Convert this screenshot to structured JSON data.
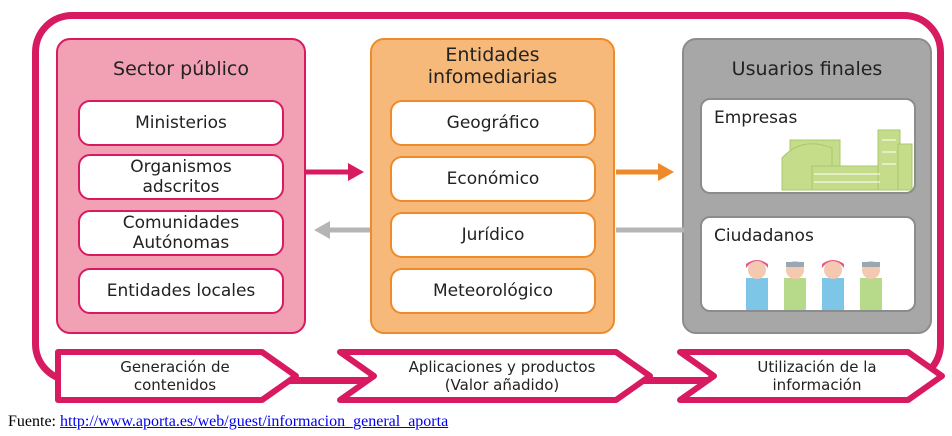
{
  "colors": {
    "primary": "#d81b60",
    "orange": "#ef8a2a",
    "grey": "#8c8c8c"
  },
  "sector_publico": {
    "title": "Sector público",
    "items": [
      "Ministerios",
      "Organismos\nadscritos",
      "Comunidades\nAutónomas",
      "Entidades locales"
    ]
  },
  "infomediarias": {
    "title": "Entidades\ninfomediarias",
    "items": [
      "Geográfico",
      "Económico",
      "Jurídico",
      "Meteorológico"
    ]
  },
  "usuarios": {
    "title": "Usuarios finales",
    "empresas": "Empresas",
    "ciudadanos": "Ciudadanos"
  },
  "stages": [
    "Generación de\ncontenidos",
    "Aplicaciones y productos\n(Valor añadido)",
    "Utilización de la\ninformación"
  ],
  "footer": {
    "prefix": "Fuente: ",
    "link": "http://www.aporta.es/web/guest/informacion_general_aporta"
  }
}
